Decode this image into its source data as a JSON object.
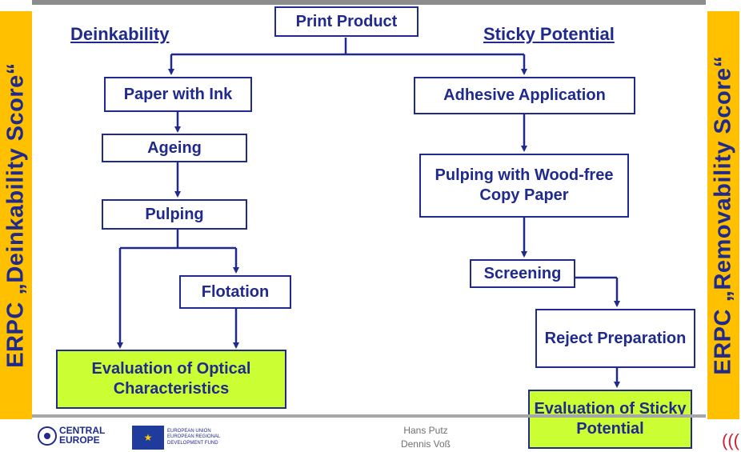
{
  "left_sidebar": {
    "text": "ERPC „Deinkability Score“"
  },
  "right_sidebar": {
    "text": "ERPC „Removability Score“"
  },
  "headers": {
    "left": "Deinkability",
    "right": "Sticky Potential"
  },
  "boxes": {
    "print_product": "Print Product",
    "paper_with_ink": "Paper with Ink",
    "ageing": "Ageing",
    "pulping": "Pulping",
    "flotation": "Flotation",
    "eval_optical": "Evaluation of Optical Characteristics",
    "adhesive_application": "Adhesive Application",
    "pulping_wood_free": "Pulping with Wood-free Copy Paper",
    "screening": "Screening",
    "reject_preparation": "Reject Preparation",
    "eval_sticky": "Evaluation of Sticky Potential"
  },
  "footer": {
    "author1": "Hans Putz",
    "author2": "Dennis Voß",
    "logo_central": "CENTRAL",
    "logo_europe": "EUROPE",
    "eu_text1": "EUROPEAN UNION",
    "eu_text2": "EUROPEAN REGIONAL",
    "eu_text3": "DEVELOPMENT FUND"
  },
  "colors": {
    "navy": "#1f2a8c",
    "sidebar": "#ffc000",
    "highlight": "#ccff33"
  }
}
